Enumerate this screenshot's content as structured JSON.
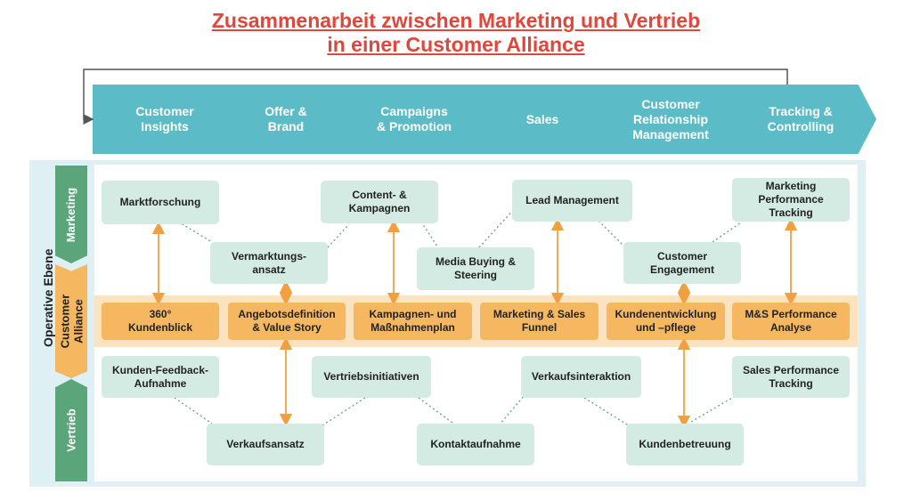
{
  "title": {
    "line1": "Zusammenarbeit zwischen Marketing und Vertrieb",
    "line2": "in einer Customer Alliance"
  },
  "process": [
    "Customer\nInsights",
    "Offer &\nBrand",
    "Campaigns\n& Promotion",
    "Sales",
    "Customer\nRelationship\nManagement",
    "Tracking &\nControlling"
  ],
  "side": {
    "level": "Operative Ebene",
    "marketing": "Marketing",
    "alliance": "Customer\nAlliance",
    "vertrieb": "Vertrieb"
  },
  "marketing_boxes": [
    "Marktforschung",
    "Vermarktungs-\nansatz",
    "Content- &\nKampagnen",
    "Media Buying &\nSteering",
    "Lead Management",
    "Customer\nEngagement",
    "Marketing\nPerformance\nTracking"
  ],
  "alliance_boxes": [
    "360°\nKundenblick",
    "Angebotsdefinition\n& Value Story",
    "Kampagnen- und\nMaßnahmenplan",
    "Marketing & Sales\nFunnel",
    "Kundenentwicklung\nund –pflege",
    "M&S Performance\nAnalyse"
  ],
  "vertrieb_boxes": [
    "Kunden-Feedback-\nAufnahme",
    "Verkaufsansatz",
    "Vertriebsinitiativen",
    "Kontaktaufnahme",
    "Verkaufsinteraktion",
    "Kundenbetreuung",
    "Sales Performance\nTracking"
  ],
  "colors": {
    "title": "#e0463a",
    "process": "#5bbcc8",
    "marketing": "#5aa57a",
    "alliance": "#f5b860",
    "box": "#d3ebe3",
    "arrow": "#f0a040"
  }
}
